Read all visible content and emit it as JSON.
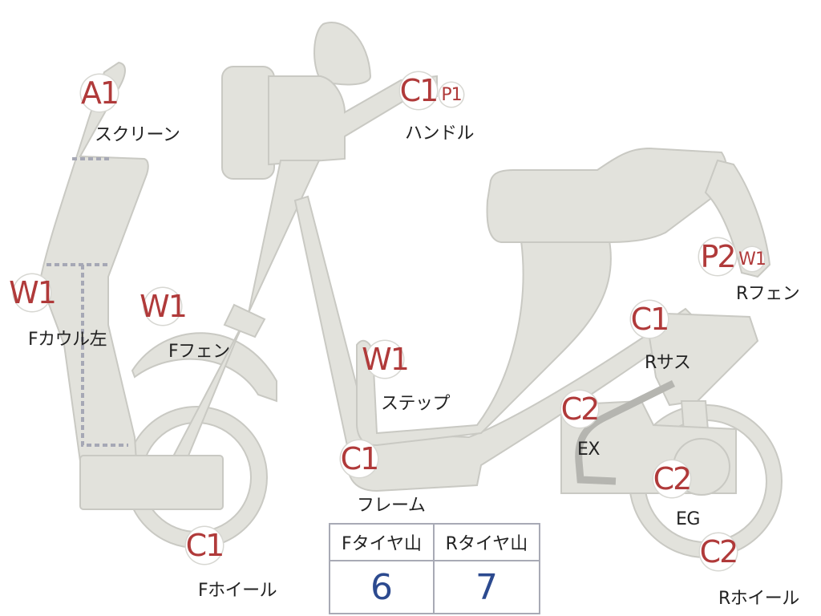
{
  "inspection_codes": [
    {
      "code": "A1",
      "label": "スクリーン"
    },
    {
      "code": "C1",
      "label": "ハンドル"
    },
    {
      "code": "P1",
      "label": ""
    },
    {
      "code": "W1",
      "label": "Fカウル左"
    },
    {
      "code": "W1",
      "label": "Fフェン"
    },
    {
      "code": "W1",
      "label": "ステップ"
    },
    {
      "code": "C1",
      "label": "フレーム"
    },
    {
      "code": "C1",
      "label": "Fホイール"
    },
    {
      "code": "P2",
      "label": ""
    },
    {
      "code": "W1",
      "label": "Rフェン"
    },
    {
      "code": "C1",
      "label": "Rサス"
    },
    {
      "code": "C2",
      "label": "EX"
    },
    {
      "code": "C2",
      "label": "EG"
    },
    {
      "code": "C2",
      "label": "Rホイール"
    }
  ],
  "tread_table": {
    "front_header": "Fタイヤ山",
    "rear_header": "Rタイヤ山",
    "front_value": "6",
    "rear_value": "7"
  },
  "colors": {
    "part_fill": "#e2e2dc",
    "part_stroke": "#c9c9c3",
    "badge_text": "#b03a3a",
    "table_value": "#2c4a8f"
  }
}
